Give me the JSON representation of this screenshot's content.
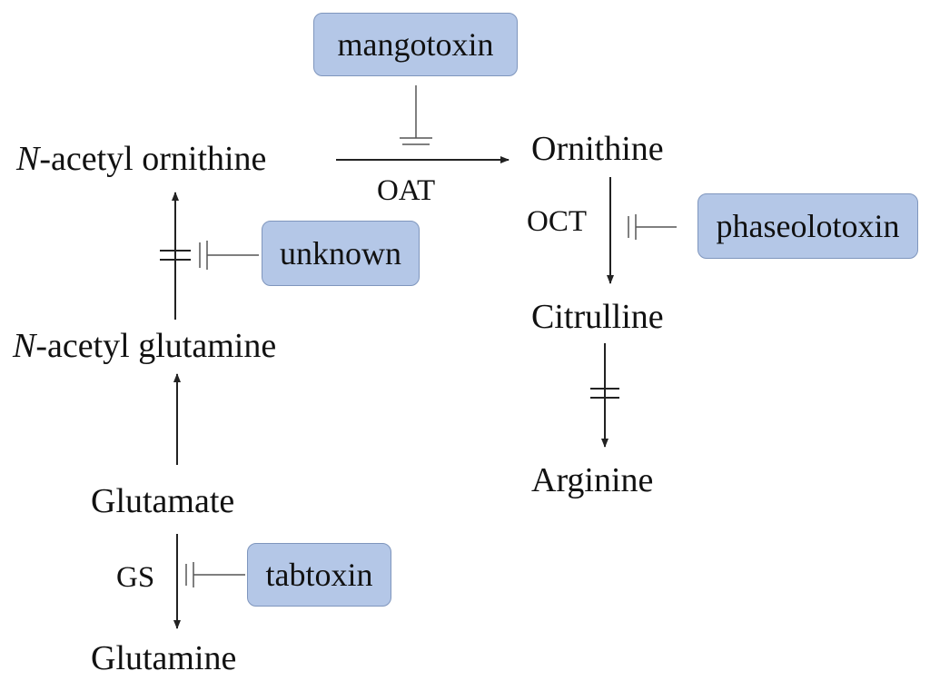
{
  "metabolites": {
    "n_acetyl_ornithine": {
      "prefix": "N",
      "rest": "-acetyl ornithine"
    },
    "ornithine": "Ornithine",
    "citrulline": "Citrulline",
    "arginine": "Arginine",
    "n_acetyl_glutamine": {
      "prefix": "N",
      "rest": "-acetyl glutamine"
    },
    "glutamate": "Glutamate",
    "glutamine": "Glutamine"
  },
  "enzymes": {
    "oat": "OAT",
    "oct": "OCT",
    "gs": "GS"
  },
  "toxins": {
    "mangotoxin": "mangotoxin",
    "phaseolotoxin": "phaseolotoxin",
    "unknown": "unknown",
    "tabtoxin": "tabtoxin"
  },
  "colors": {
    "toxin_fill": "#b4c7e7",
    "toxin_border": "#7f96bd",
    "line": "#222222"
  }
}
